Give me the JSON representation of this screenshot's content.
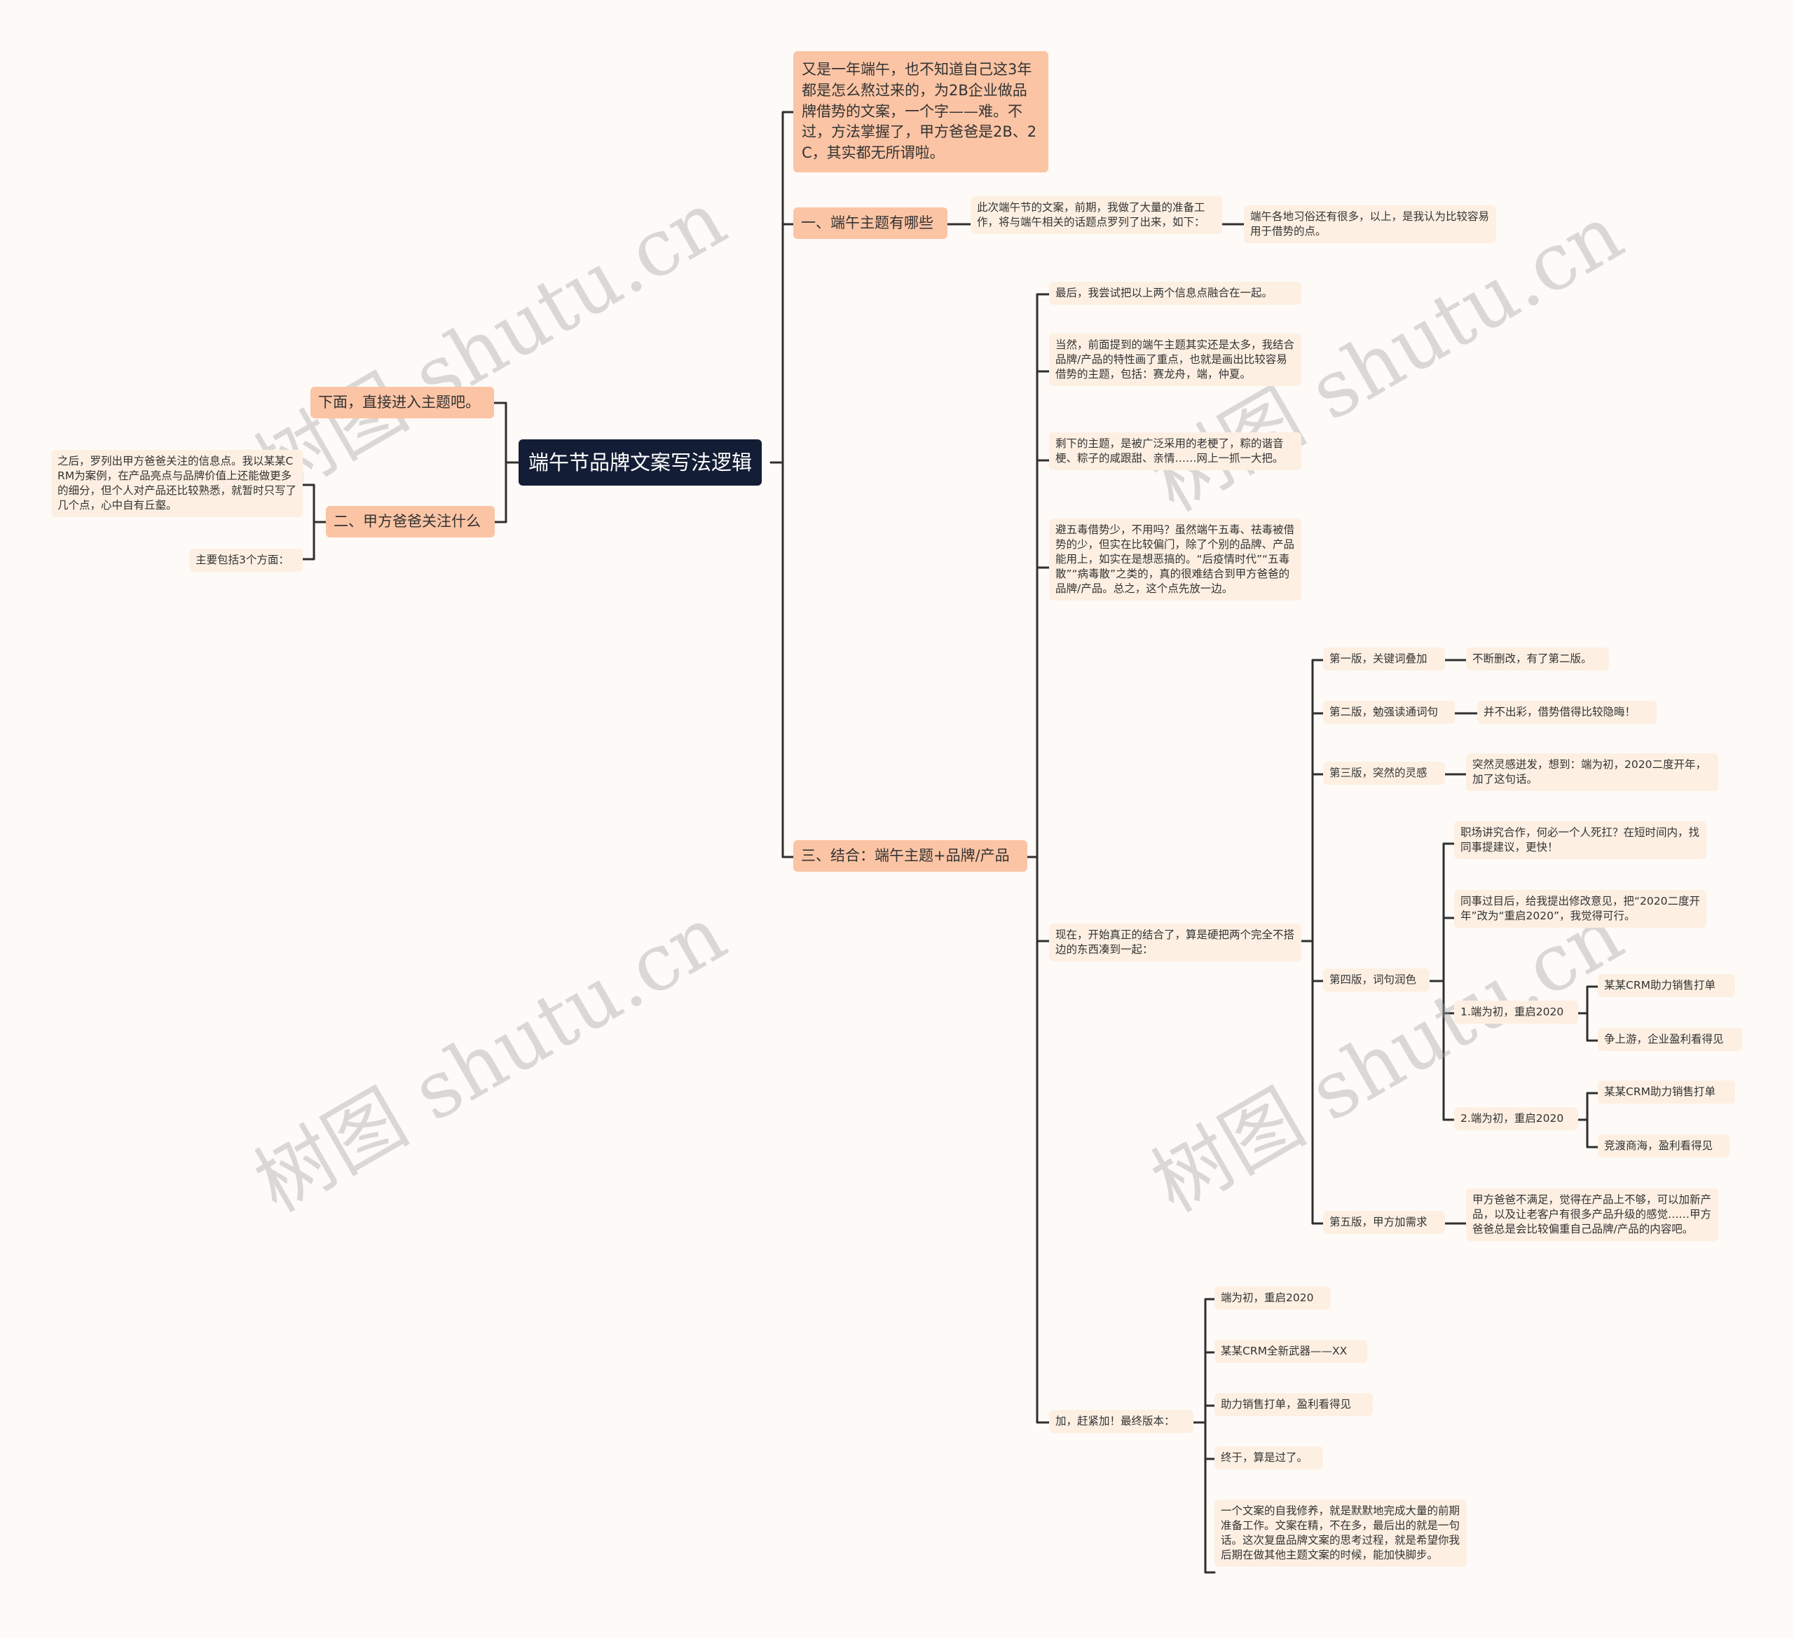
{
  "watermark": "树图 shutu.cn",
  "root": "端午节品牌文案写法逻辑",
  "left": {
    "n1": "下面，直接进入主题吧。",
    "n2": "二、甲方爸爸关注什么",
    "n2a": "之后，罗列出甲方爸爸关注的信息点。我以某某CRM为案例，在产品亮点与品牌价值上还能做更多的细分，但个人对产品还比较熟悉，就暂时只写了几个点，心中自有丘壑。",
    "n2b": "主要包括3个方面："
  },
  "right": {
    "intro": "又是一年端午，也不知道自己这3年都是怎么熬过来的，为2B企业做品牌借势的文案，一个字——难。不过，方法掌握了，甲方爸爸是2B、2C，其实都无所谓啦。",
    "b1": "一、端午主题有哪些",
    "b1a": "此次端午节的文案，前期，我做了大量的准备工作，将与端午相关的话题点罗列了出来，如下：",
    "b1b": "端午各地习俗还有很多，以上，是我认为比较容易用于借势的点。",
    "b3": "三、结合：端午主题+品牌/产品",
    "c1": "最后，我尝试把以上两个信息点融合在一起。",
    "c2": "当然，前面提到的端午主题其实还是太多，我结合品牌/产品的特性画了重点，也就是画出比较容易借势的主题，包括：赛龙舟，端，仲夏。",
    "c3": "剩下的主题，是被广泛采用的老梗了，粽的谐音梗、粽子的咸跟甜、亲情……网上一抓一大把。",
    "c4": "避五毒借势少，不用吗？虽然端午五毒、祛毒被借势的少，但实在比较偏门，除了个别的品牌、产品能用上，如实在是想恶搞的。“后疫情时代”“五毒散”“病毒散”之类的，真的很难结合到甲方爸爸的品牌/产品。总之，这个点先放一边。",
    "c5": "现在，开始真正的结合了，算是硬把两个完全不搭边的东西凑到一起：",
    "v1": "第一版，关键词叠加",
    "v1a": "不断删改，有了第二版。",
    "v2": "第二版，勉强读通词句",
    "v2a": "并不出彩，借势借得比较隐晦！",
    "v3": "第三版，突然的灵感",
    "v3a": "突然灵感迸发，想到：端为初，2020二度开年，加了这句话。",
    "v4": "第四版，词句润色",
    "v4a": "职场讲究合作，何必一个人死扛？在短时间内，找同事提建议，更快！",
    "v4b": "同事过目后，给我提出修改意见，把“2020二度开年”改为“重启2020”，我觉得可行。",
    "v4c": "1.端为初，重启2020",
    "v4c1": "某某CRM助力销售打单",
    "v4c2": "争上游，企业盈利看得见",
    "v4d": "2.端为初，重启2020",
    "v4d1": "某某CRM助力销售打单",
    "v4d2": "竞渡商海，盈利看得见",
    "v5": "第五版，甲方加需求",
    "v5a": "甲方爸爸不满足，觉得在产品上不够，可以加新产品，以及让老客户有很多产品升级的感觉……甲方爸爸总是会比较偏重自己品牌/产品的内容吧。",
    "c6": "加，赶紧加！最终版本：",
    "f1": "端为初，重启2020",
    "f2": "某某CRM全新武器——XX",
    "f3": "助力销售打单，盈利看得见",
    "f4": "终于，算是过了。",
    "f5": "一个文案的自我修养，就是默默地完成大量的前期准备工作。文案在精，不在多，最后出的就是一句话。这次复盘品牌文案的思考过程，就是希望你我后期在做其他主题文案的时候，能加快脚步。"
  }
}
